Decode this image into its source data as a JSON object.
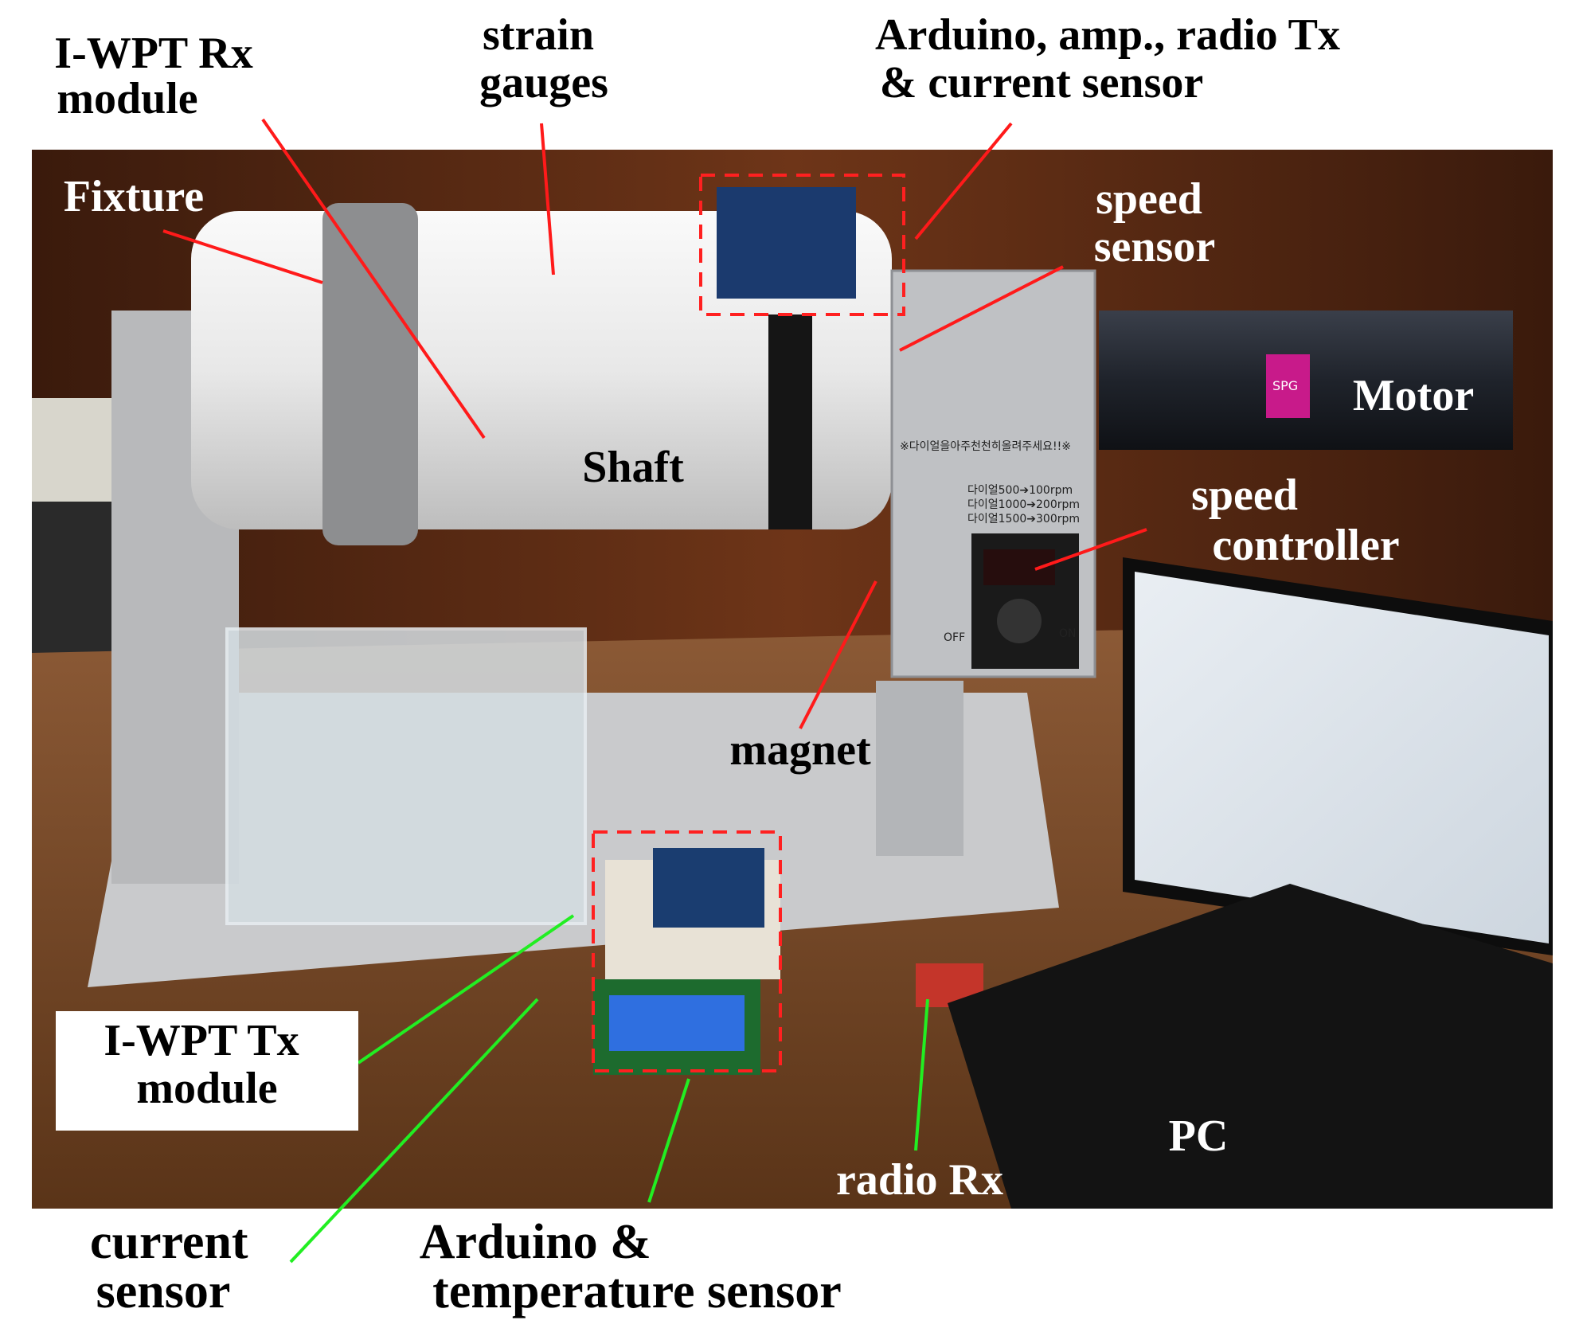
{
  "labels": {
    "iwpt_rx": [
      "I-WPT Rx",
      "module"
    ],
    "strain_gauges": [
      "strain",
      "gauges"
    ],
    "arduino_tx": [
      "Arduino, amp., radio Tx",
      "& current sensor"
    ],
    "fixture": "Fixture",
    "speed_sensor": [
      "speed",
      "sensor"
    ],
    "motor": "Motor",
    "shaft": "Shaft",
    "speed_controller": [
      "speed",
      "controller"
    ],
    "magnet": "magnet",
    "iwpt_tx": [
      "I-WPT Tx",
      "module"
    ],
    "pc": "PC",
    "radio_rx": "radio Rx",
    "current_sensor": [
      "current",
      "sensor"
    ],
    "arduino_temp": [
      "Arduino &",
      "temperature sensor"
    ]
  },
  "controller_panel": {
    "notice": "※다이얼을아주천천히올려주세요!!※",
    "rows": [
      "다이얼500➔100rpm",
      "다이얼1000➔200rpm",
      "다이얼1500➔300rpm"
    ],
    "off": "OFF",
    "on": "ON"
  },
  "motor_badge": "SPG",
  "colors": {
    "arrow_red": "#ff1a1a",
    "arrow_green": "#22ee22",
    "box_red": "#ff2020"
  }
}
